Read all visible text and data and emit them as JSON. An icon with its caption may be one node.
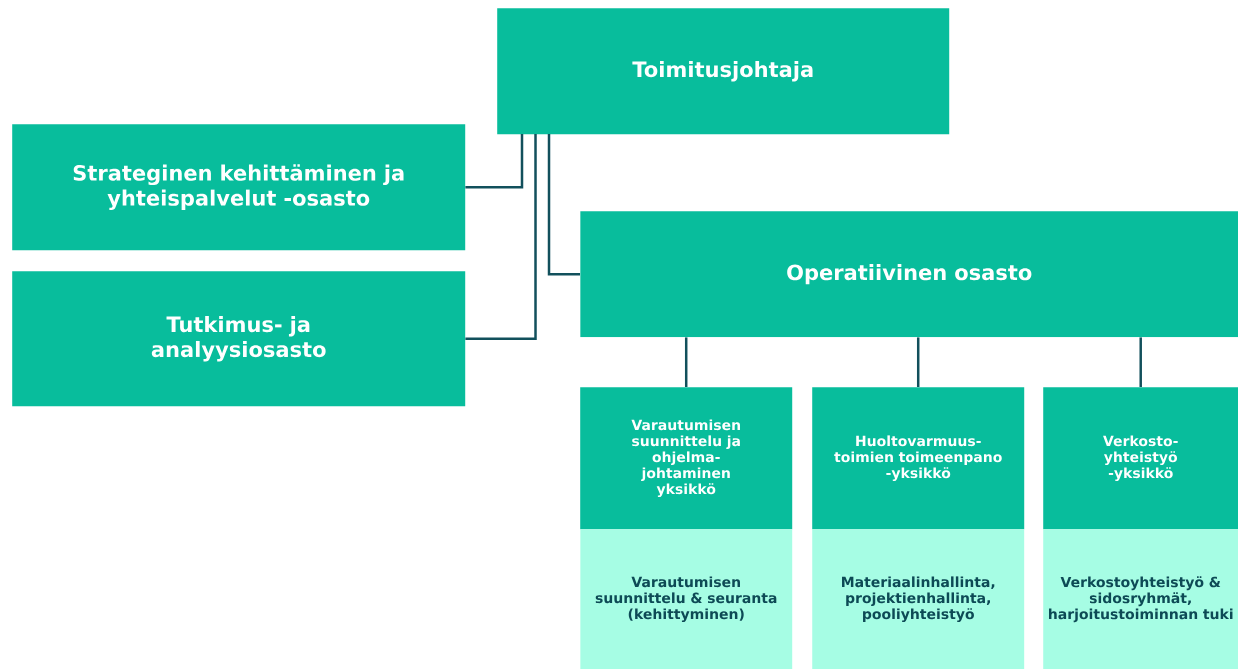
{
  "diagram": {
    "nodes": [
      {
        "text": [
          "Toimitusjohtaja"
        ]
      },
      {
        "text": [
          "Strateginen kehittäminen ja yhteispalvelut -osasto"
        ]
      },
      {
        "text": [
          "Tutkimus- ja analyysiosasto"
        ]
      },
      {
        "text": [
          "Operatiivinen osasto"
        ]
      },
      {
        "text": [
          "Varautumisen suunnittelu ja ohjelma- johtaminen yksikkö"
        ]
      },
      {
        "text": [
          "Huoltovarmuus- toimien toimeenpano -yksikkö"
        ]
      },
      {
        "text": [
          "Verkosto- yhteistyö -yksikkö"
        ]
      },
      {
        "text": [
          "Varautumisen suunnittelu & seuranta (kehittyminen)"
        ]
      },
      {
        "text": [
          "Materiaalinhallinta, projektienhallinta, pooliyhteistyö"
        ]
      },
      {
        "text": [
          "Verkostoyhteistyö & sidosryhmät, harjoitustoiminnan tuki"
        ]
      }
    ],
    "edges": [
      {
        "from": 0,
        "to": 1,
        "arrow": "none"
      },
      {
        "from": 0,
        "to": 2,
        "arrow": "none"
      },
      {
        "from": 0,
        "to": 3,
        "arrow": "none"
      },
      {
        "from": 3,
        "to": 4,
        "arrow": "none"
      },
      {
        "from": 3,
        "to": 5,
        "arrow": "none"
      },
      {
        "from": 3,
        "to": 6,
        "arrow": "none"
      }
    ]
  }
}
